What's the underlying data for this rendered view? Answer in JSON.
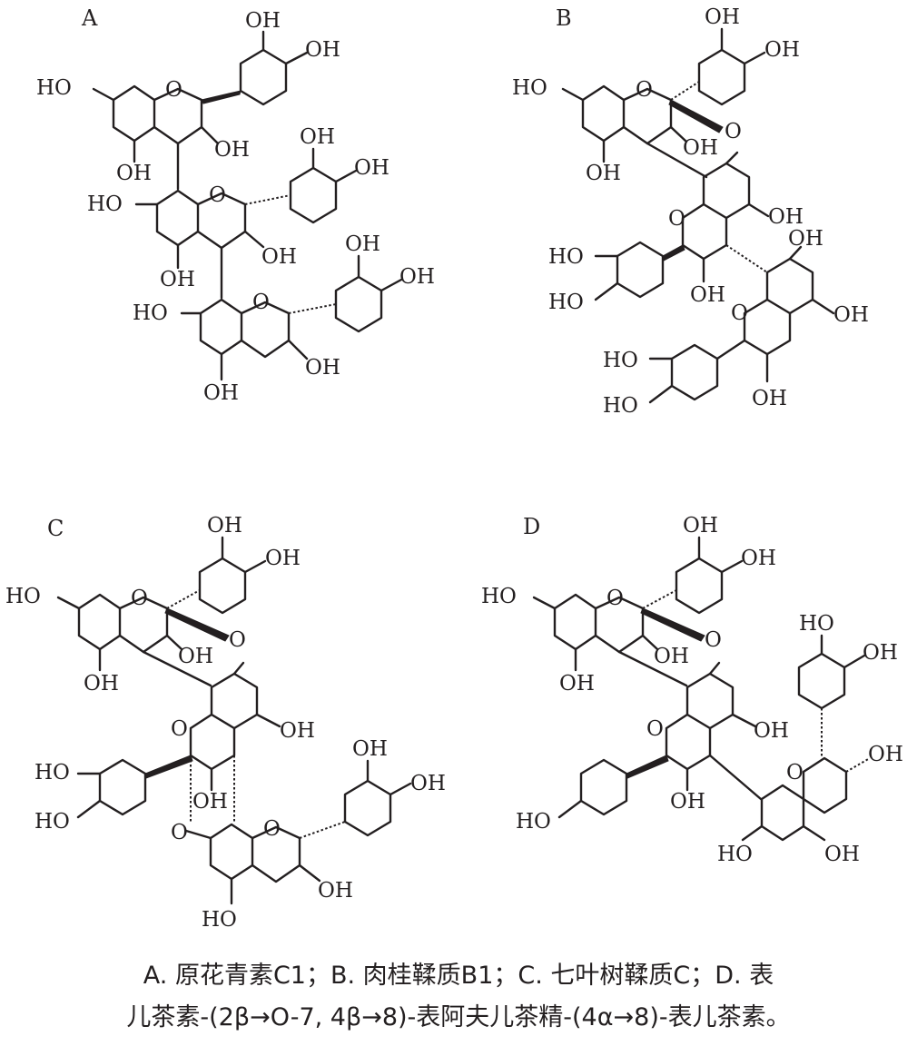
{
  "panels": [
    "A",
    "B",
    "C",
    "D"
  ],
  "atoms": {
    "oh": "OH",
    "ho": "HO",
    "o": "O"
  },
  "caption": {
    "line1": "A. 原花青素C1；B. 肉桂鞣质B1；C. 七叶树鞣质C；D. 表",
    "line2": "儿茶素-(2β→O-7, 4β→8)-表阿夫儿茶精-(4α→8)-表儿茶素。"
  }
}
